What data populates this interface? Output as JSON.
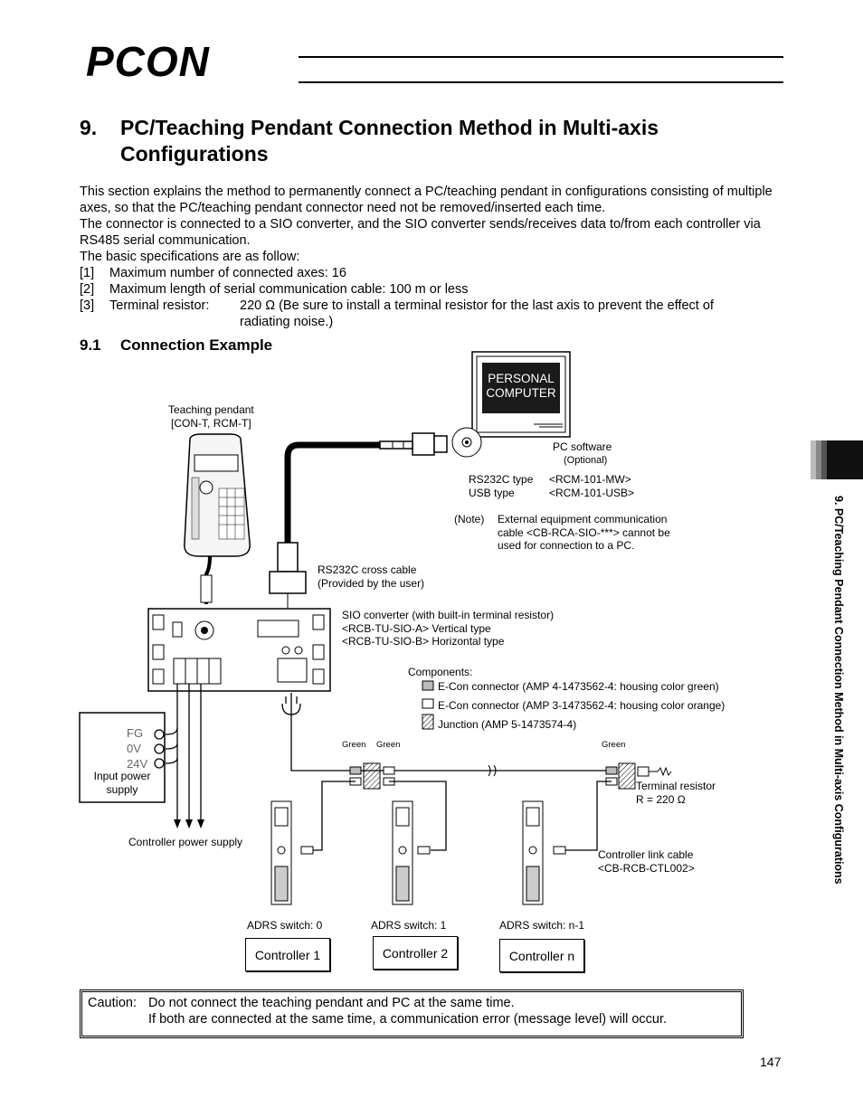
{
  "header": {
    "logo_text": "PCON"
  },
  "section": {
    "number": "9.",
    "title": "PC/Teaching Pendant Connection Method in Multi-axis Configurations"
  },
  "intro": {
    "p1": "This section explains the method to permanently connect a PC/teaching pendant in configurations consisting of multiple axes, so that the PC/teaching pendant connector need not be removed/inserted each time.",
    "p2": "The connector is connected to a SIO converter, and the SIO converter sends/receives data to/from each controller via RS485 serial communication.",
    "p3": "The basic specifications are as follow:",
    "specs": [
      {
        "num": "[1]",
        "text": "Maximum number of connected axes: 16"
      },
      {
        "num": "[2]",
        "text": "Maximum length of serial communication cable: 100 m or less"
      },
      {
        "num": "[3]",
        "label": "Terminal resistor:",
        "text": "220 Ω (Be sure to install a terminal resistor for the last axis to prevent the effect of",
        "text2": "radiating noise.)"
      }
    ]
  },
  "subsection": {
    "number": "9.1",
    "title": "Connection Example"
  },
  "diagram": {
    "pc_screen_line1": "PERSONAL",
    "pc_screen_line2": "COMPUTER",
    "pc_software": "PC software",
    "optional": "(Optional)",
    "rs232c_type": "RS232C type",
    "rs232c_model": "<RCM-101-MW>",
    "usb_type": "USB type",
    "usb_model": "<RCM-101-USB>",
    "note_label": "(Note)",
    "note_line1": "External equipment communication",
    "note_line2": "cable <CB-RCA-SIO-***> cannot be",
    "note_line3": "used for connection to a PC.",
    "pendant_line1": "Teaching pendant",
    "pendant_line2": "[CON-T, RCM-T]",
    "cross_cable_line1": "RS232C cross cable",
    "cross_cable_line2": "(Provided by the user)",
    "sio_line1": "SIO converter (with built-in terminal resistor)",
    "sio_line2": "<RCB-TU-SIO-A>   Vertical type",
    "sio_line3": "<RCB-TU-SIO-B>   Horizontal type",
    "components_label": "Components:",
    "comp1": "E-Con connector (AMP 4-1473562-4: housing color green)",
    "comp2": "E-Con connector (AMP 3-1473562-4: housing color orange)",
    "comp3": "Junction (AMP 5-1473574-4)",
    "green": "Green",
    "fg": "FG",
    "zero_v": "0V",
    "v24": "24V",
    "input_power_line1": "Input power",
    "input_power_line2": "supply",
    "terminal_resistor_line1": "Terminal resistor",
    "terminal_resistor_line2": "R = 220 Ω",
    "controller_power": "Controller power supply",
    "link_cable_line1": "Controller link cable",
    "link_cable_line2": "<CB-RCB-CTL002>",
    "controllers": [
      {
        "adrs": "ADRS switch: 0",
        "name": "Controller 1"
      },
      {
        "adrs": "ADRS switch: 1",
        "name": "Controller 2"
      },
      {
        "adrs": "ADRS switch: n-1",
        "name": "Controller n"
      }
    ]
  },
  "caution": {
    "label": "Caution:",
    "line1": "Do not connect the teaching pendant and PC at the same time.",
    "line2": "If both are connected at the same time, a communication error (message level) will occur."
  },
  "side_tab": {
    "text": "9. PC/Teaching Pendant Connection Method in Multi-axis Configurations"
  },
  "page_number": "147"
}
